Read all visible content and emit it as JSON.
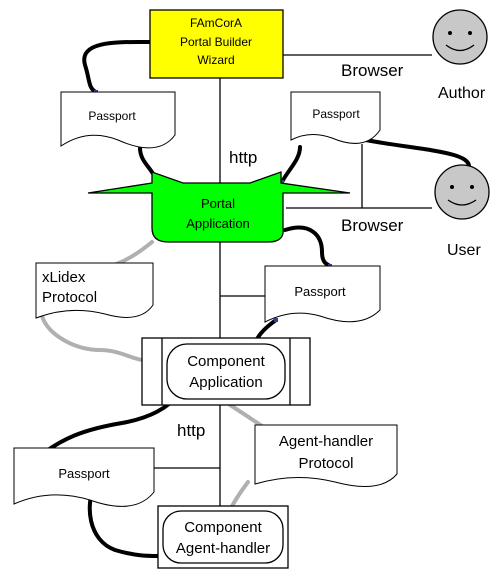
{
  "colors": {
    "wizard_fill": "#ffff00",
    "portal_fill": "#00ff00",
    "face_fill": "#c8c8c8",
    "connector_gray": "#b0b0b0"
  },
  "wizard": {
    "line1": "FAmCorA",
    "line2": "Portal Builder",
    "line3": "Wizard"
  },
  "portal": {
    "line1": "Portal",
    "line2": "Application"
  },
  "component_app": {
    "line1": "Component",
    "line2": "Application"
  },
  "agent_handler": {
    "line1": "Component",
    "line2": "Agent-handler"
  },
  "passports": {
    "p1": "Passport",
    "p2": "Passport",
    "p3": "Passport",
    "p4": "Passport"
  },
  "xlidex": {
    "line1": "xLidex",
    "line2": "Protocol"
  },
  "agent_protocol": {
    "line1": "Agent-handler",
    "line2": "Protocol"
  },
  "links": {
    "http_top": "http",
    "http_bottom": "http",
    "browser_author": "Browser",
    "browser_user": "Browser"
  },
  "actors": {
    "author": {
      "label": "Author",
      "icon": "smiley-face-icon"
    },
    "user": {
      "label": "User",
      "icon": "smiley-face-icon"
    }
  }
}
